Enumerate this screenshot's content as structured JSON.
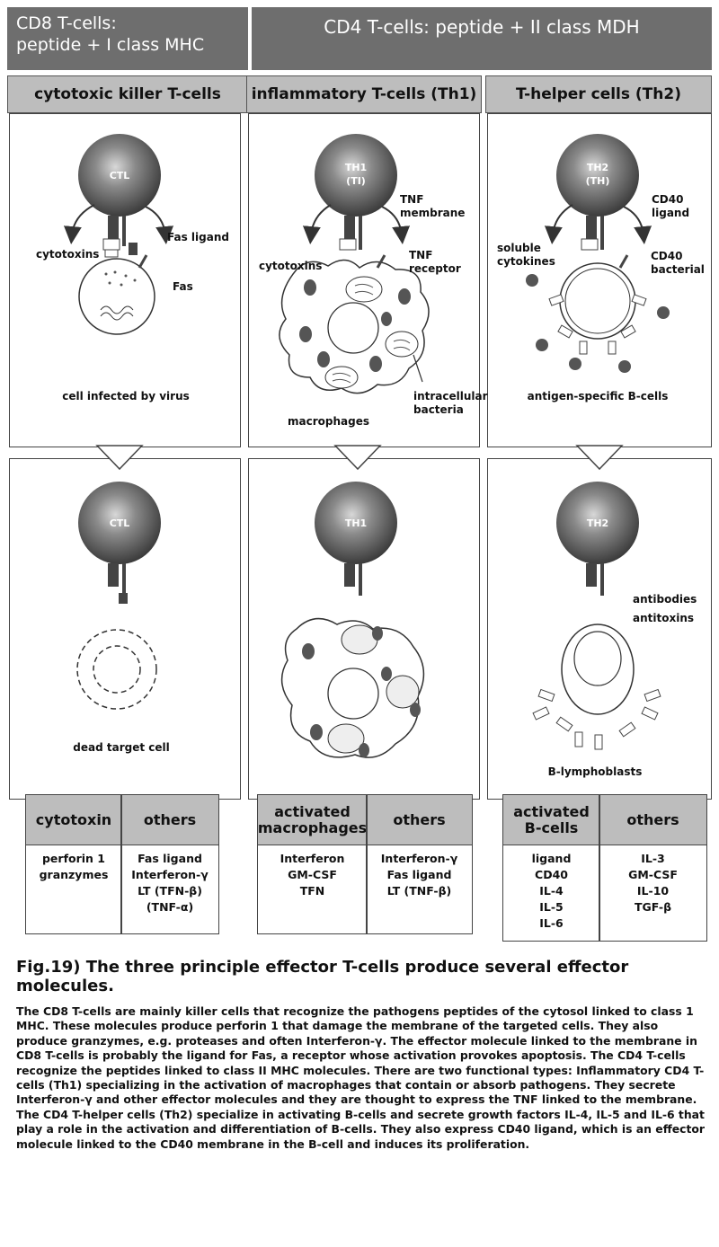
{
  "headers": {
    "cd8": "CD8 T-cells:\npeptide + I class MHC",
    "cd4": "CD4 T-cells: peptide + II class MDH"
  },
  "subheaders": [
    "cytotoxic killer T-cells",
    "inflammatory T-cells (Th1)",
    "T-helper cells (Th2)"
  ],
  "diagram_labels": {
    "ctl": "CTL",
    "th1": "TH1",
    "th1_alt": "(TI)",
    "th2": "TH2",
    "th2_alt": "(TH)",
    "fas_ligand": "Fas ligand",
    "cytotoxins": "cytotoxins",
    "fas": "Fas",
    "cell_infected": "cell infected by virus",
    "dead_target": "dead target cell",
    "tnf_membrane_1": "TNF",
    "tnf_membrane_2": "membrane",
    "tnf_receptor_1": "TNF",
    "tnf_receptor_2": "receptor",
    "cytotoxins_th1": "cytotoxins",
    "intracellular_1": "intracellular",
    "intracellular_2": "bacteria",
    "macrophages": "macrophages",
    "cd40_ligand_1": "CD40",
    "cd40_ligand_2": "ligand",
    "soluble_1": "soluble",
    "soluble_2": "cytokines",
    "cd40_bacterial_1": "CD40",
    "cd40_bacterial_2": "bacterial",
    "antigen_bcells": "antigen-specific B-cells",
    "antibodies": "antibodies",
    "antitoxins": "antitoxins",
    "b_lymphoblasts": "B-lymphoblasts"
  },
  "tables": [
    {
      "headers": [
        "cytotoxin",
        "others"
      ],
      "cells": [
        "perforin 1\ngranzymes",
        "Fas ligand\nInterferon-γ\nLT (TFN-β)\n(TNF-α)"
      ]
    },
    {
      "headers": [
        "activated\nmacrophages",
        "others"
      ],
      "cells": [
        "Interferon\nGM-CSF\nTFN",
        "Interferon-γ\nFas ligand\nLT (TNF-β)"
      ]
    },
    {
      "headers": [
        "activated\nB-cells",
        "others"
      ],
      "cells": [
        "ligand\nCD40\nIL-4\nIL-5\nIL-6",
        "IL-3\nGM-CSF\nIL-10\nTGF-β"
      ]
    }
  ],
  "caption": {
    "title": "Fig.19)    The three principle effector T-cells produce several effector molecules.",
    "body": "The CD8 T-cells are mainly killer cells that recognize the pathogens peptides of the cytosol linked to class 1 MHC. These molecules produce perforin 1 that damage the membrane of the targeted cells. They also produce granzymes, e.g. proteases and often Interferon-γ. The effector molecule linked to the membrane in CD8 T-cells is probably the ligand for Fas, a receptor whose activation provokes apoptosis. The CD4 T-cells recognize the peptides linked to class II MHC molecules. There are two functional types: Inflammatory CD4 T-cells (Th1) specializing in the activation of macrophages that contain or absorb pathogens. They secrete Interferon-γ and other effector molecules and they are thought to express the TNF linked to the membrane. The CD4 T-helper cells (Th2) specialize  in activating B-cells and secrete growth factors IL-4, IL-5 and IL-6 that play a role in the activation and differentiation of B-cells. They also express CD40 ligand, which is an effector molecule linked to the CD40 membrane in the B-cell and induces its proliferation."
  }
}
